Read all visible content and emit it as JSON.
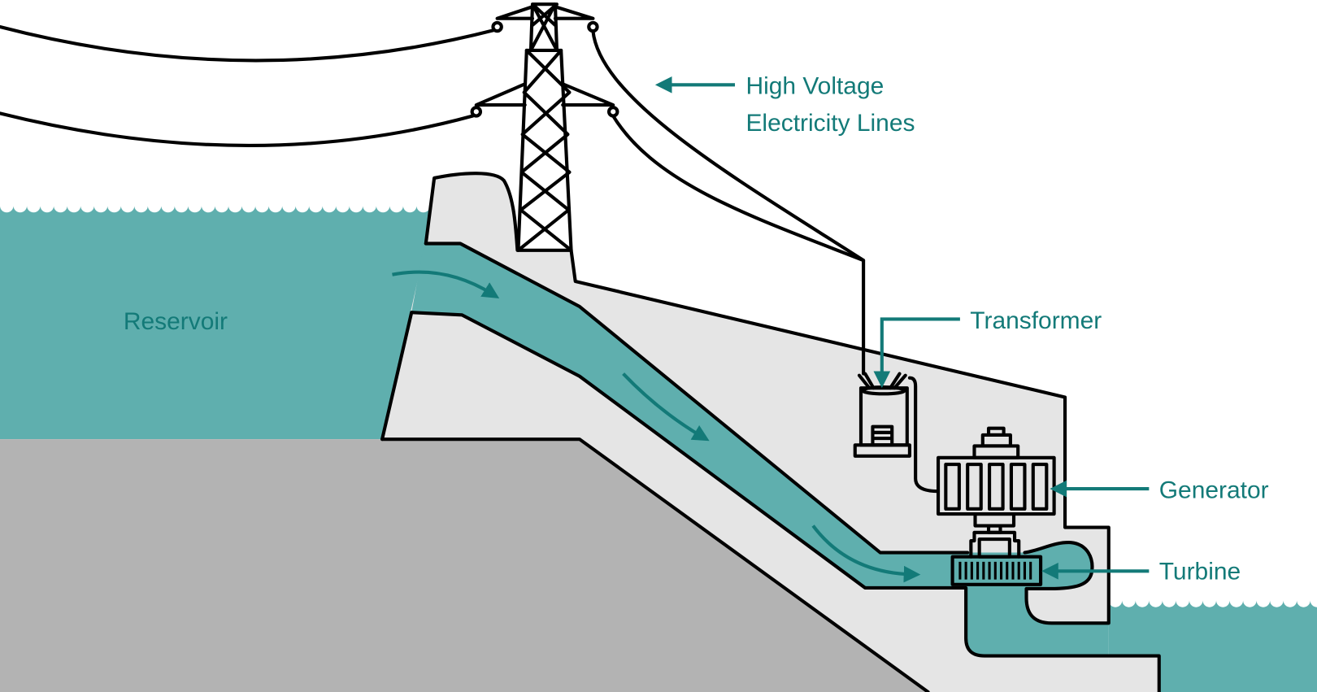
{
  "labels": {
    "lines_1": "High Voltage",
    "lines_2": "Electricity Lines",
    "transformer": "Transformer",
    "generator": "Generator",
    "turbine": "Turbine",
    "reservoir": "Reservoir"
  },
  "colors": {
    "water": "#5fafae",
    "dam": "#e5e5e5",
    "ground": "#b3b3b3",
    "label": "#137a78",
    "generator_coil": "#b9c09a"
  }
}
